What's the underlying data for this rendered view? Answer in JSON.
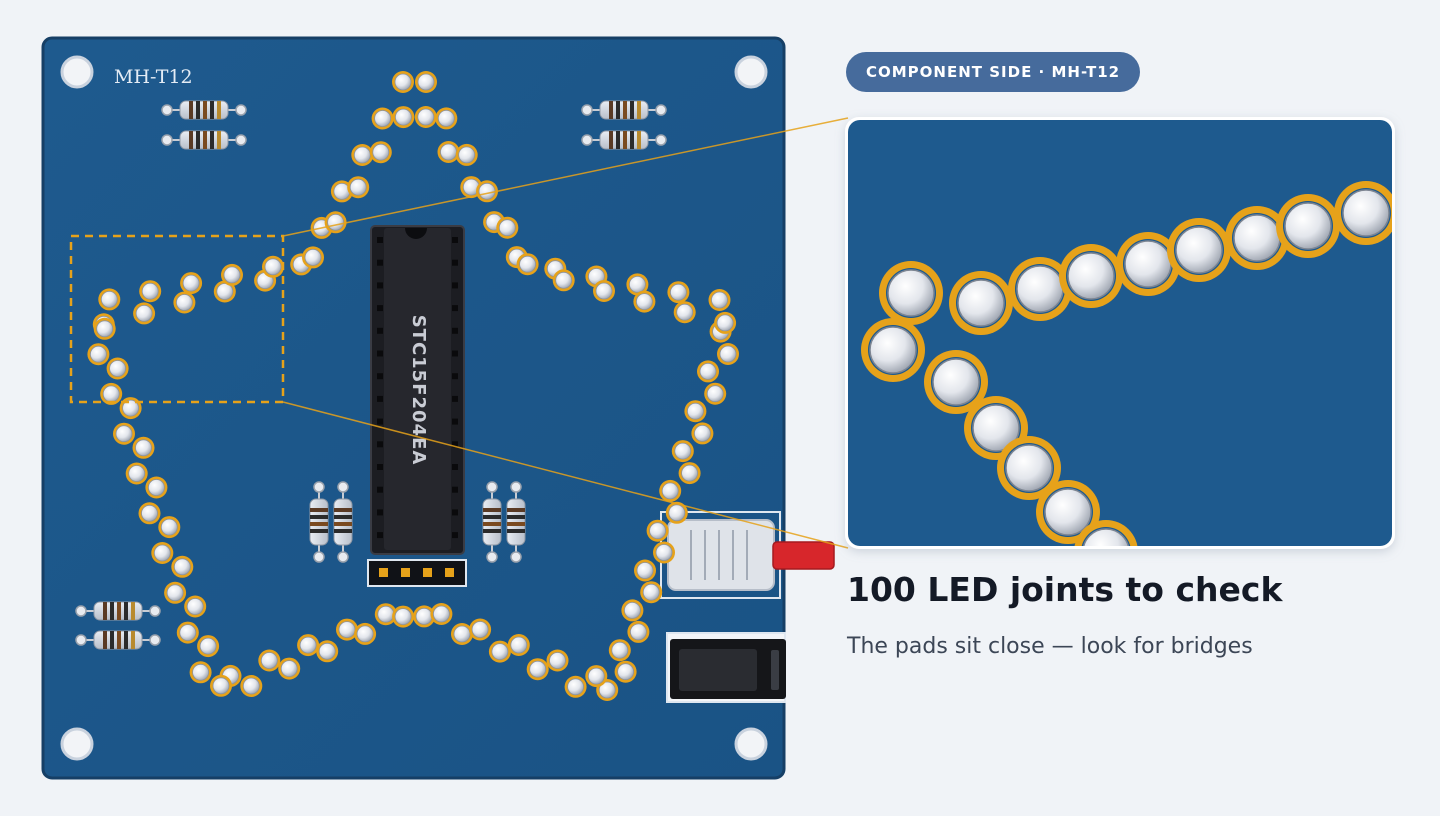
{
  "board": {
    "silkscreen_label": "MH-T12",
    "chip_marking": "STC15F204EA",
    "pcb_color": "#1e5a8e",
    "pad_color": "#e6a21a",
    "led_joint_count": 100
  },
  "callout": {
    "badge": "COMPONENT SIDE · MH-T12",
    "headline": "100 LED joints to check",
    "caption": "The pads sit close — look for bridges",
    "accent_color": "#e6a21a"
  }
}
